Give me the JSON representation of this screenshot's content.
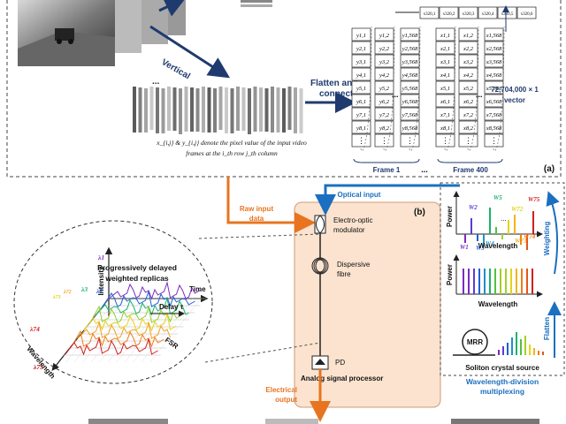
{
  "panel_a": {
    "label_vertical": "Vertical",
    "label_flatten": "Flatten and",
    "label_connect": "connect",
    "caption_line1": "x_{i,j} & y_{i,j} denote the pixel value of the input video",
    "caption_line2": "frames at the i_th row j_th column",
    "frame1": "Frame 1",
    "frame400": "Frame 400",
    "ellipsis": "...",
    "vector_size": "72,704,000 × 1",
    "vector_word": "vector",
    "tag": "(a)",
    "col1": [
      "y1,1",
      "y2,1",
      "y3,1",
      "y4,1",
      "y5,1",
      "y6,1",
      "y7,1",
      "y8,1"
    ],
    "col2": [
      "y1,2",
      "y2,2",
      "y3,2",
      "y4,2",
      "y5,2",
      "y6,2",
      "y7,2",
      "y8,2"
    ],
    "col3": [
      "y1,568",
      "y2,568",
      "y3,568",
      "y4,568",
      "y5,568",
      "y6,568",
      "y7,568",
      "y8,568"
    ],
    "col4": [
      "x1,1",
      "x2,1",
      "x3,1",
      "x4,1",
      "x5,1",
      "x6,1",
      "x7,1",
      "x8,1"
    ],
    "col5": [
      "x1,2",
      "x2,2",
      "x3,2",
      "x4,2",
      "x5,2",
      "x6,2",
      "x7,2",
      "x8,2"
    ],
    "col6": [
      "x1,568",
      "x2,568",
      "x3,568",
      "x4,568",
      "x5,568",
      "x6,568",
      "x7,568",
      "x8,568"
    ],
    "top_row": [
      "x320,1",
      "x320,2",
      "x320,3",
      "x320,4",
      "x320,5",
      "x320,6"
    ],
    "vdots": "⋮"
  },
  "panel_b": {
    "tag": "(b)",
    "raw_input_1": "Raw input",
    "raw_input_2": "data",
    "optical_input": "Optical input",
    "eom_1": "Electro-optic",
    "eom_2": "modulator",
    "fibre_1": "Dispersive",
    "fibre_2": "fibre",
    "pd": "PD",
    "processor": "Analog signal processor",
    "elec_1": "Electrical",
    "elec_2": "output"
  },
  "ellipse": {
    "title_1": "Progressively delayed",
    "title_2": "weighted replicas",
    "intensity": "Intensity",
    "time": "Time",
    "delay": "Delay τ",
    "fsr": "FSR",
    "wavelength": "Wavelength",
    "lambdas": [
      "λ1",
      "λ2",
      "λ3",
      "λ74",
      "λ75"
    ],
    "lambdas_b": [
      "λ72",
      "λ73"
    ]
  },
  "wdm": {
    "power": "Power",
    "wavelength": "Wavelength",
    "weighting": "Weighting",
    "flatten": "Flatten",
    "mrr": "MRR",
    "soliton": "Soliton crystal source",
    "title_1": "Wavelength-division",
    "title_2": "multiplexing",
    "weights": [
      "W1",
      "W2",
      "W3",
      "W4",
      "W5",
      "W72",
      "W73",
      "W74",
      "W75"
    ],
    "dots": "..."
  },
  "colors": {
    "orange": "#e8741f",
    "blue": "#1b6fc0",
    "navy": "#1f3a6e",
    "panel_fill": "#fbe3cf"
  }
}
